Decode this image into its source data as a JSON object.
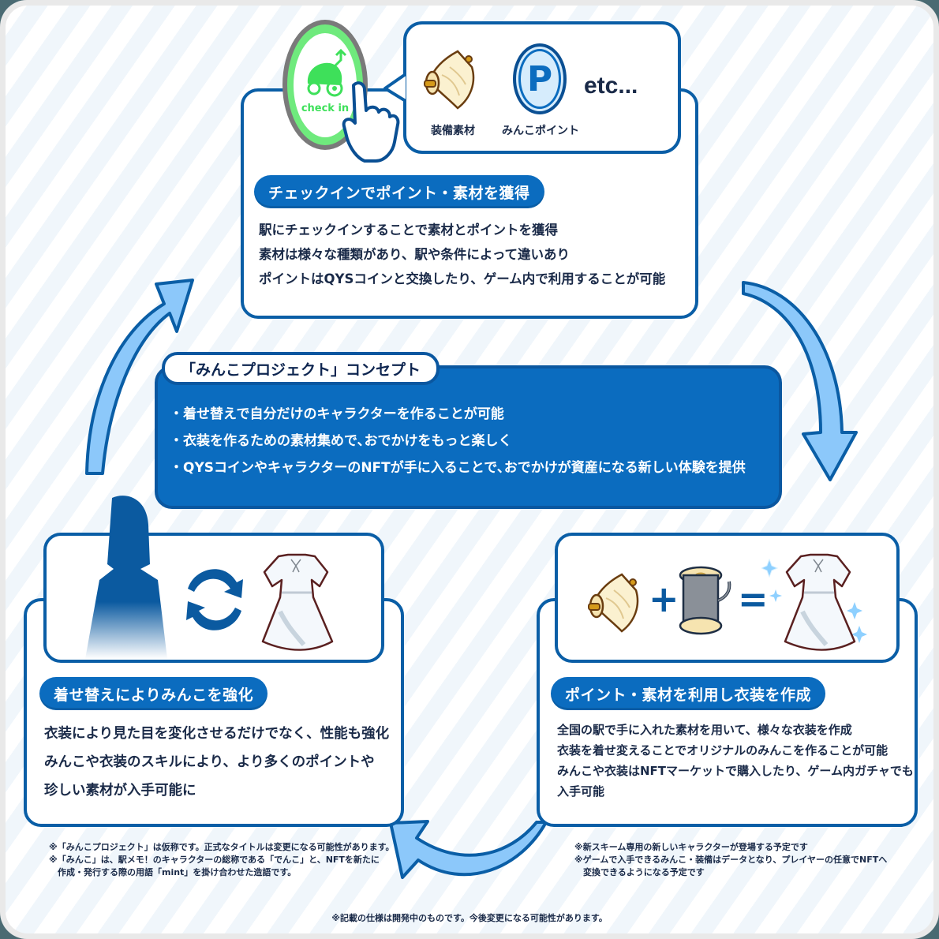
{
  "top_section": {
    "checkin_button_label": "check in",
    "rewards": [
      {
        "icon": "cloth-roll-icon",
        "label": "装備素材"
      },
      {
        "icon": "point-coin-icon",
        "label": "みんこポイント",
        "glyph": "P"
      }
    ],
    "etc_label": "etc...",
    "title": "チェックインでポイント・素材を獲得",
    "lines": [
      "駅にチェックインすることで素材とポイントを獲得",
      "素材は様々な種類があり、駅や条件によって違いあり",
      "ポイントはQYSコインと交換したり、ゲーム内で利用することが可能"
    ]
  },
  "concept": {
    "title": "「みんこプロジェクト」コンセプト",
    "bullets": [
      "・着せ替えで自分だけのキャラクターを作ることが可能",
      "・衣装を作るための素材集めで､おでかけをもっと楽しく",
      "・QYSコインやキャラクターのNFTが手に入ることで､おでかけが資産になる新しい体験を提供"
    ]
  },
  "left_section": {
    "title": "着せ替えによりみんこを強化",
    "lines": [
      "衣装により見た目を変化させるだけでなく、性能も強化",
      "みんこや衣装のスキルにより、より多くのポイントや",
      "珍しい素材が入手可能に"
    ],
    "notes": [
      "※「みんこプロジェクト」は仮称です。正式なタイトルは変更になる可能性があります。",
      "※「みんこ」は、駅メモ！のキャラクターの総称である「でんこ」と、NFTを新たに",
      "　作成・発行する際の用語「mint」を掛け合わせた造語です。"
    ]
  },
  "right_section": {
    "equation": {
      "plus": "+",
      "equals": "="
    },
    "title": "ポイント・素材を利用し衣装を作成",
    "lines": [
      "全国の駅で手に入れた素材を用いて、様々な衣装を作成",
      "衣装を着せ変えることでオリジナルのみんこを作ることが可能",
      "みんこや衣装はNFTマーケットで購入したり、ゲーム内ガチャでも",
      "入手可能"
    ],
    "notes": [
      "※新スキーム専用の新しいキャラクターが登場する予定です",
      "※ゲームで入手できるみんこ・装備はデータとなり、プレイヤーの任意でNFTへ",
      "　変換できるようになる予定です"
    ]
  },
  "footer_note": "※記載の仕様は開発中のものです。今後変更になる可能性があります。",
  "colors": {
    "primary_blue": "#0b6cbf",
    "border_blue": "#0a5ea6",
    "arrow_fill": "#8cc8fa",
    "checkin_green": "#3ee05a",
    "text_dark": "#1a2a48"
  }
}
